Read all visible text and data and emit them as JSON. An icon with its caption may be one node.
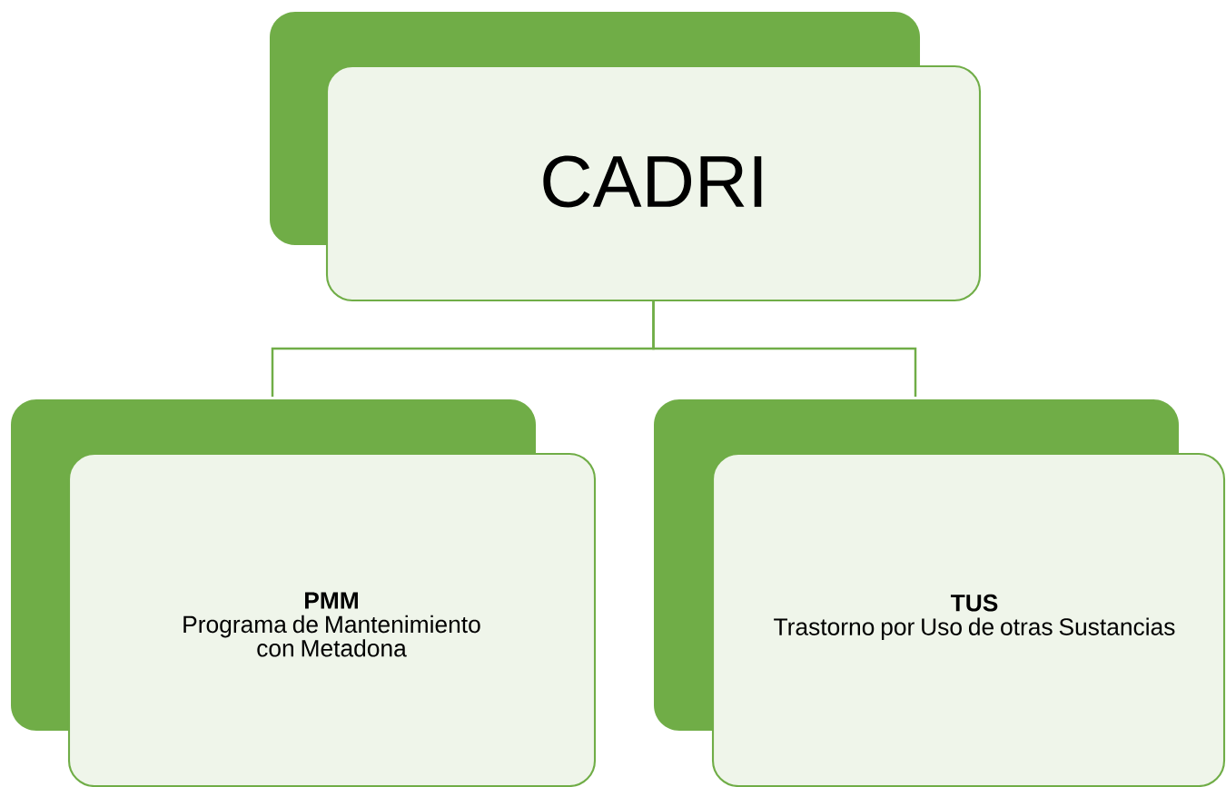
{
  "diagram": {
    "nodes": [
      {
        "text": [
          "CADRI"
        ]
      },
      {
        "text": [
          "PMM",
          "Programa de Mantenimiento con Metadona"
        ]
      },
      {
        "text": [
          "TUS",
          "Trastorno por Uso de otras Sustancias"
        ]
      }
    ],
    "edges": [
      {
        "from": 0,
        "to": 1,
        "arrow": "none"
      },
      {
        "from": 0,
        "to": 2,
        "arrow": "none"
      }
    ]
  }
}
